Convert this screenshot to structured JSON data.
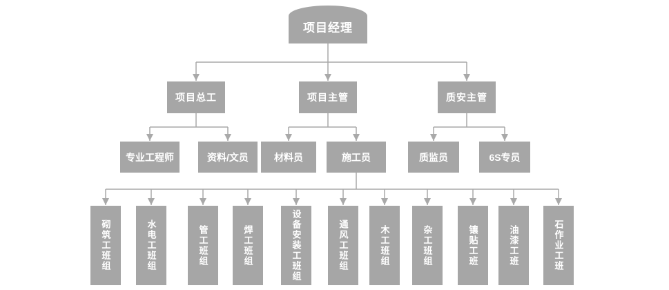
{
  "org_chart": {
    "root": {
      "label": "项目经理"
    },
    "managers": [
      {
        "label": "项目总工",
        "parent": "项目经理"
      },
      {
        "label": "项目主管",
        "parent": "项目经理"
      },
      {
        "label": "质安主管",
        "parent": "项目经理"
      }
    ],
    "staff": [
      {
        "label": "专业工程师",
        "parent": "项目总工"
      },
      {
        "label": "资料/文员",
        "parent": "项目总工"
      },
      {
        "label": "材料员",
        "parent": "项目主管"
      },
      {
        "label": "施工员",
        "parent": "项目主管"
      },
      {
        "label": "质监员",
        "parent": "质安主管"
      },
      {
        "label": "6S专员",
        "parent": "质安主管"
      }
    ],
    "teams": [
      {
        "label": "砌筑工班组",
        "parent": "施工员"
      },
      {
        "label": "水电工班组",
        "parent": "施工员"
      },
      {
        "label": "管工班组",
        "parent": "施工员"
      },
      {
        "label": "焊工班组",
        "parent": "施工员"
      },
      {
        "label": "设备安装工班组",
        "parent": "施工员"
      },
      {
        "label": "通风工班组",
        "parent": "施工员"
      },
      {
        "label": "木工班组",
        "parent": "施工员"
      },
      {
        "label": "杂工班组",
        "parent": "施工员"
      },
      {
        "label": "镶贴工班",
        "parent": "施工员"
      },
      {
        "label": "油漆工班",
        "parent": "施工员"
      },
      {
        "label": "石作业工班",
        "parent": "施工员"
      }
    ],
    "colors": {
      "node_fill": "#a6a6a6",
      "node_text": "#ffffff",
      "connector": "#a9a9a9",
      "background": "#ffffff"
    }
  }
}
